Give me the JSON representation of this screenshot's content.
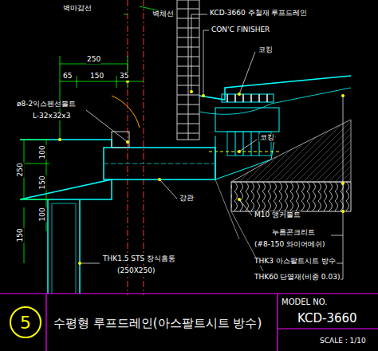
{
  "diagram": {
    "title": "수평형 루프드레인(아스팔트시트 방수)",
    "nodes": [
      {
        "text": [
          "5"
        ]
      }
    ],
    "labels": [
      "벽마감선",
      "벽체선",
      "KCD-3660 주철재 루프드레인",
      "CON'C FINISHER",
      "코킹",
      "코킹",
      "250",
      "65",
      "150",
      "35",
      "ø8-2익스펜션볼트",
      "L-32x32x3",
      "100",
      "250",
      "150",
      "100",
      "150",
      "강관",
      "M10 앵커볼트",
      "누름콘크리트",
      "(#8-150 와이어메쉬)",
      "THK3 아스팔트시트 방수",
      "THK60 단열재(비중 0.03)",
      "THK1.5 STS 장식홈통",
      "(250X250)",
      "MODEL NO.",
      "KCD-3660",
      "SCALE : 1/10"
    ]
  }
}
